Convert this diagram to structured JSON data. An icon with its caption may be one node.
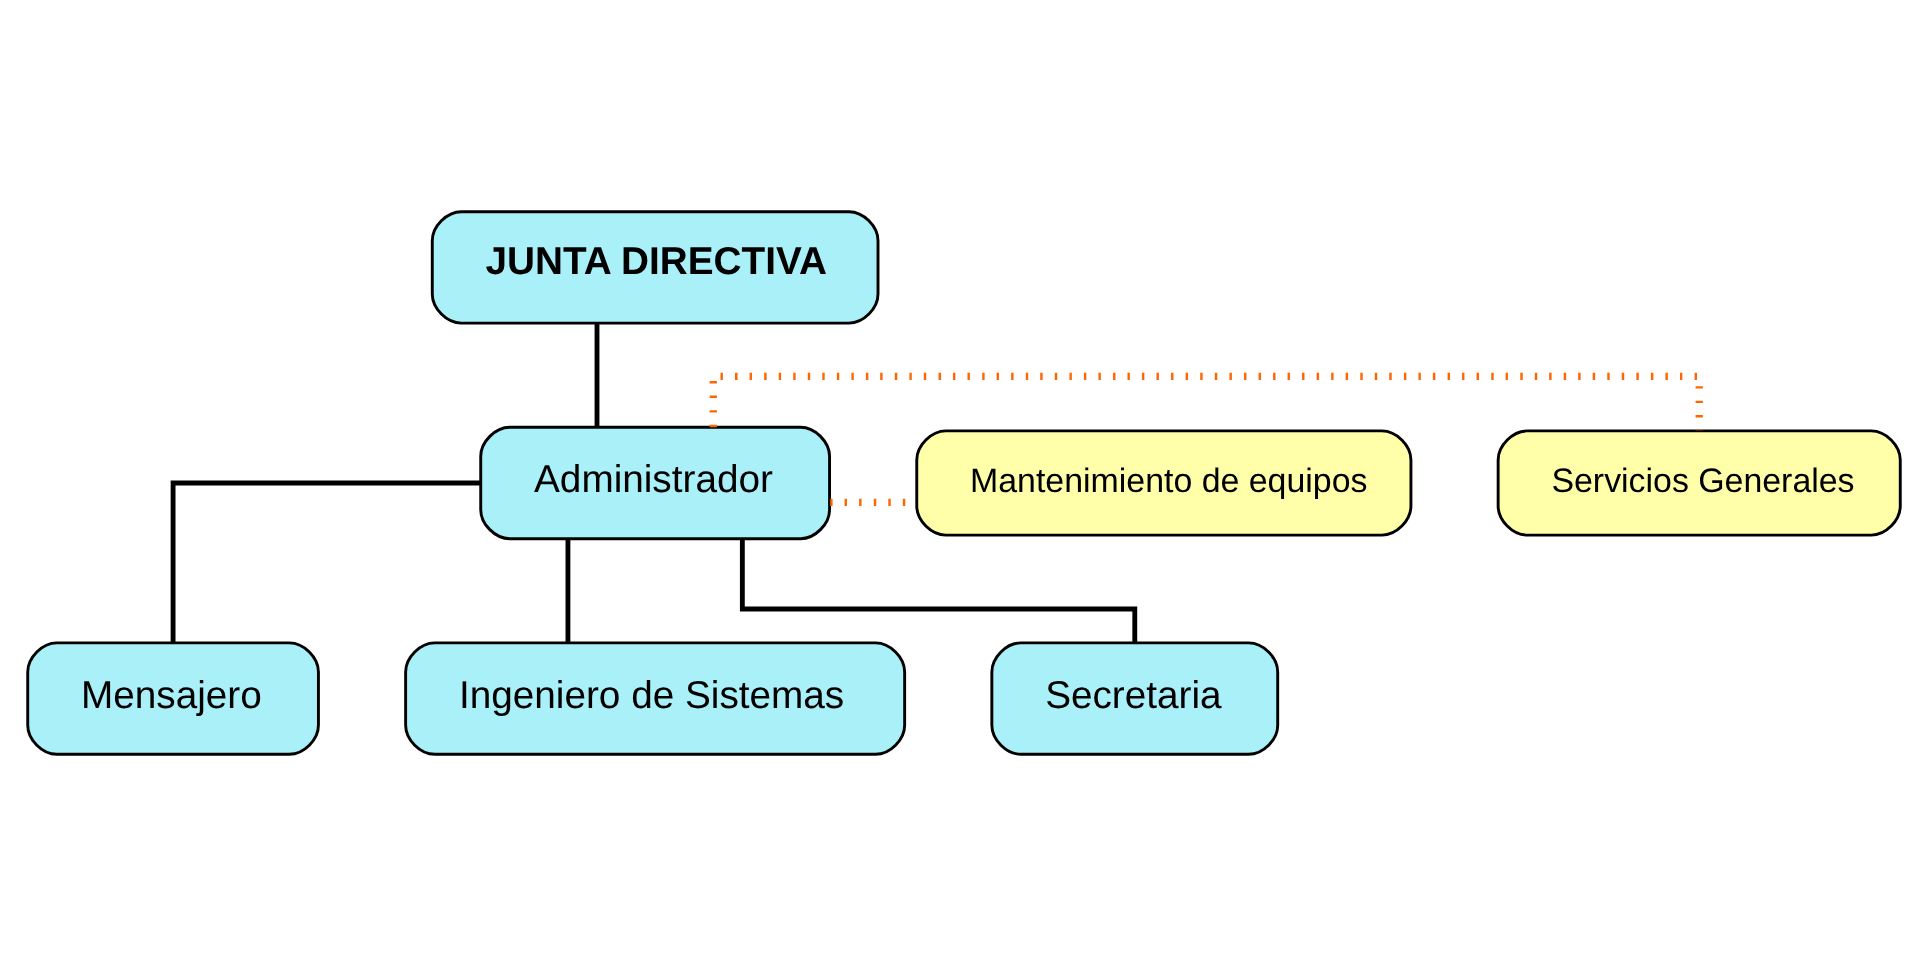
{
  "diagram": {
    "nodes": [
      {
        "text": [
          "JUNTA DIRECTIVA"
        ]
      },
      {
        "text": [
          "Servicios Generales"
        ]
      },
      {
        "text": [
          "Administrador"
        ]
      },
      {
        "text": [
          "Mantenimiento de equipos"
        ]
      },
      {
        "text": [
          "Mensajero"
        ]
      },
      {
        "text": [
          "Ingeniero de Sistemas"
        ]
      },
      {
        "text": [
          "Secretaria"
        ]
      }
    ],
    "edges": [
      {
        "from": 0,
        "to": 2,
        "arrow": "none"
      },
      {
        "from": 2,
        "to": 1,
        "arrow": "none",
        "style": "dashed",
        "color": "#ff6600"
      },
      {
        "from": 2,
        "to": 3,
        "arrow": "none",
        "style": "dashed",
        "color": "#ff6600"
      },
      {
        "from": 2,
        "to": 4,
        "arrow": "none"
      },
      {
        "from": 2,
        "to": 5,
        "arrow": "none"
      },
      {
        "from": 2,
        "to": 6,
        "arrow": "none"
      }
    ]
  }
}
